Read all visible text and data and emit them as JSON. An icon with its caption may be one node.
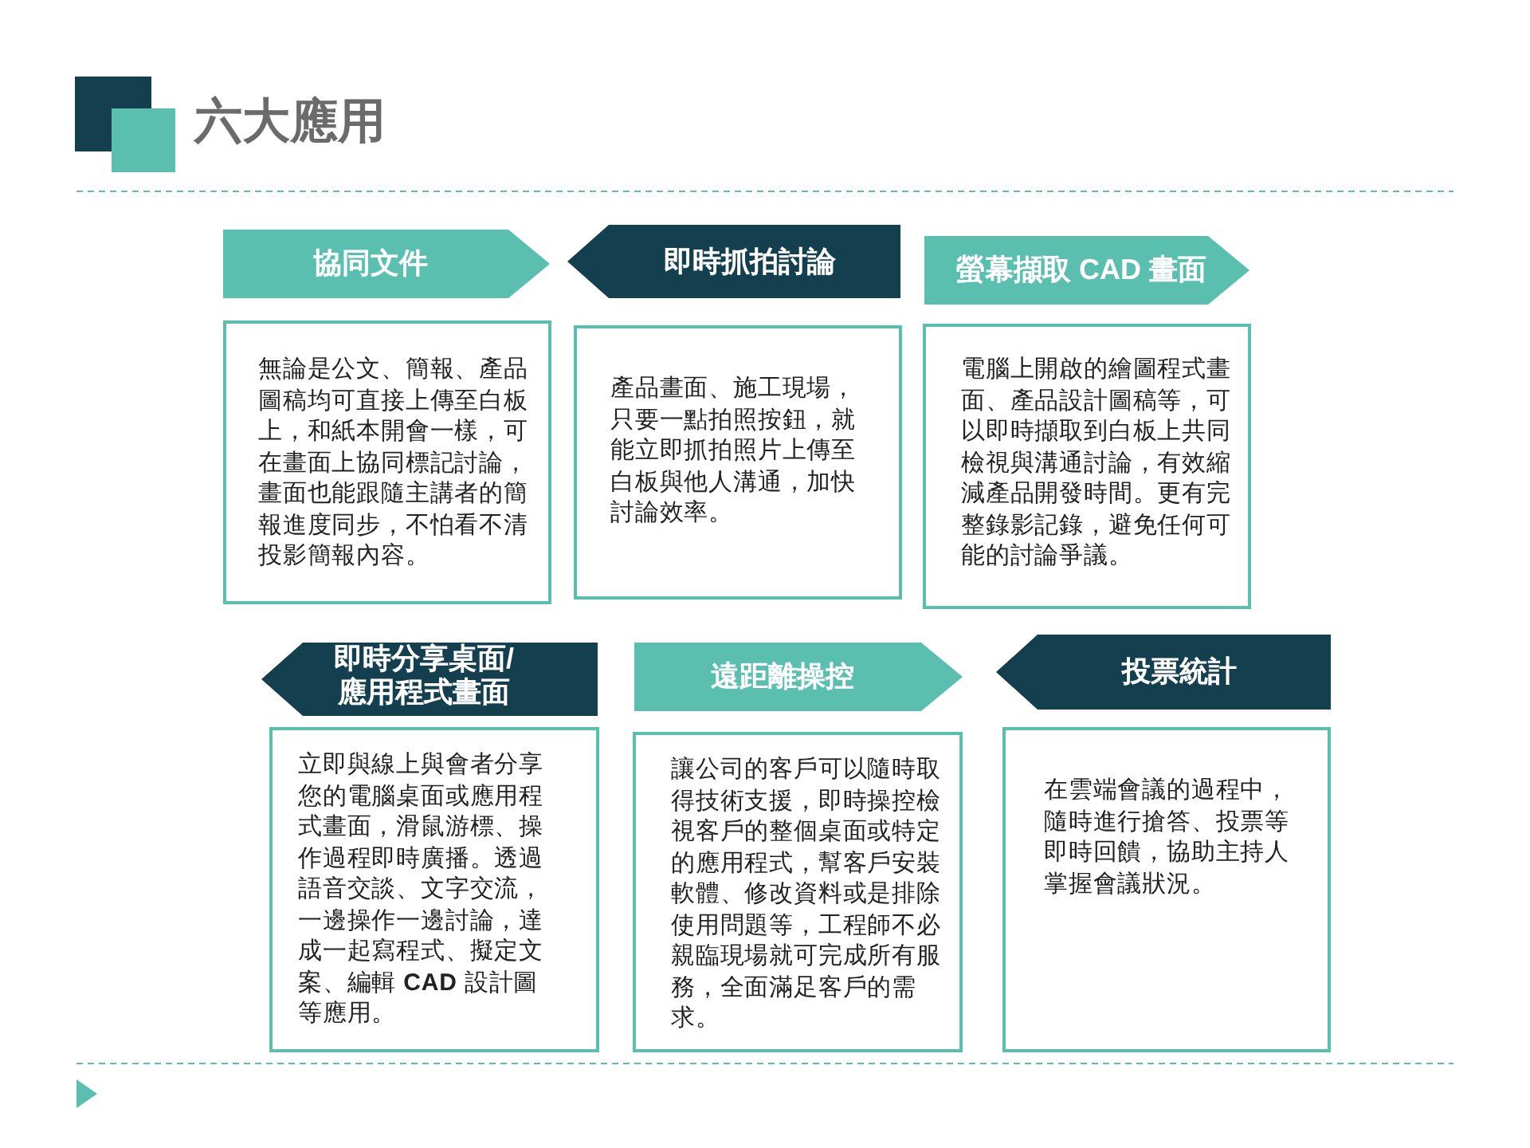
{
  "diagram": {
    "title": "六大應用",
    "nodes": [
      {
        "text": [
          "協同文件"
        ]
      },
      {
        "text": [
          "無論是公文、簡報、產品圖稿均可直接上傳至白板上，和紙本開會一樣，可在畫面上協同標記討論，畫面也能跟隨主講者的簡報進度同步，不怕看不清投影簡報內容。"
        ]
      },
      {
        "text": [
          "即時抓拍討論"
        ]
      },
      {
        "text": [
          "產品畫面、施工現場，只要一點拍照按鈕，就能立即抓拍照片上傳至白板與他人溝通，加快討論效率。"
        ]
      },
      {
        "text": [
          "螢幕擷取 CAD 畫面"
        ]
      },
      {
        "text": [
          "電腦上開啟的繪圖程式畫面、產品設計圖稿等，可以即時擷取到白板上共同檢視與溝通討論，有效縮減產品開發時間。更有完整錄影記錄，避免任何可能的討論爭議。"
        ]
      },
      {
        "text": [
          "即時分享桌面/應用程式畫面"
        ]
      },
      {
        "text": [
          "立即與線上與會者分享您的電腦桌面或應用程式畫面，滑鼠游標、操作過程即時廣播。透過語音交談、文字交流，一邊操作一邊討論，達成一起寫程式、擬定文案、編輯 **CAD** 設計圖等應用。"
        ]
      },
      {
        "text": [
          "遠距離操控"
        ]
      },
      {
        "text": [
          "讓公司的客戶可以隨時取得技術支援，即時操控檢視客戶的整個桌面或特定的應用程式，幫客戶安裝軟體、修改資料或是排除使用問題等，工程師不必親臨現場就可完成所有服務，全面滿足客戶的需求。"
        ]
      },
      {
        "text": [
          "投票統計"
        ]
      },
      {
        "text": [
          "在雲端會議的過程中，隨時進行搶答、投票等即時回饋，協助主持人掌握會議狀況。"
        ]
      }
    ]
  }
}
